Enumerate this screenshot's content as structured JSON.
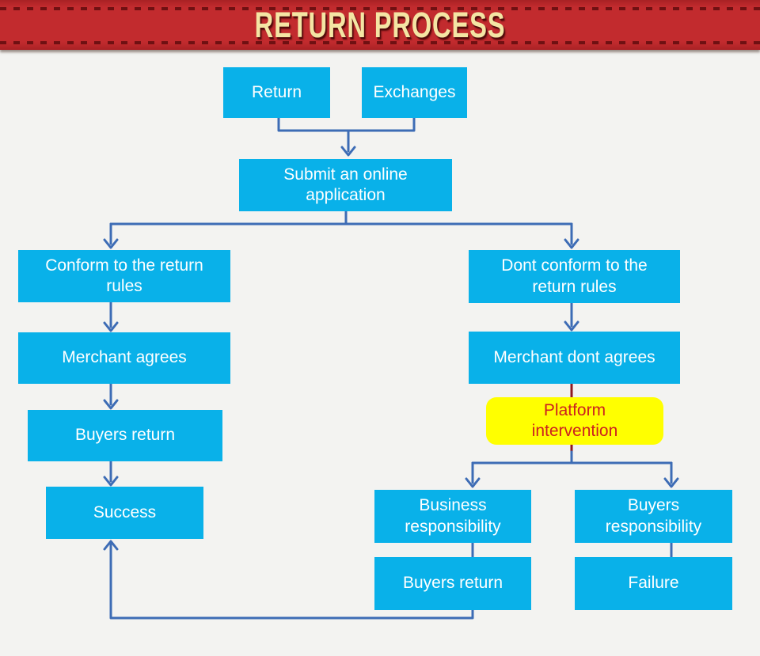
{
  "header": {
    "title": "RETURN PROCESS"
  },
  "colors": {
    "background": "#f3f3f1",
    "banner-red": "#c22b2e",
    "banner-dash": "#6f1012",
    "banner-text": "#f4e5a4",
    "node-fill": "#09b1e9",
    "node-text": "#ffffff",
    "connector-blue": "#3d6cb5",
    "connector-red": "#8e1a20",
    "highlight-fill": "#ffff00",
    "highlight-text": "#cc2020"
  },
  "flowchart": {
    "nodes": {
      "return": {
        "label": "Return"
      },
      "exchanges": {
        "label": "Exchanges"
      },
      "submit": {
        "label": "Submit an online application"
      },
      "conform": {
        "label": "Conform to the return rules"
      },
      "dont_conform": {
        "label": "Dont conform to the return rules"
      },
      "merchant_agrees": {
        "label": "Merchant agrees"
      },
      "merchant_dont_agrees": {
        "label": "Merchant dont agrees"
      },
      "buyers_return_left": {
        "label": "Buyers return"
      },
      "success": {
        "label": "Success"
      },
      "platform_intervention": {
        "label": "Platform intervention"
      },
      "business_responsibility": {
        "label": "Business responsibility"
      },
      "buyers_responsibility": {
        "label": "Buyers responsibility"
      },
      "buyers_return_bottom": {
        "label": "Buyers return"
      },
      "failure": {
        "label": "Failure"
      }
    }
  }
}
